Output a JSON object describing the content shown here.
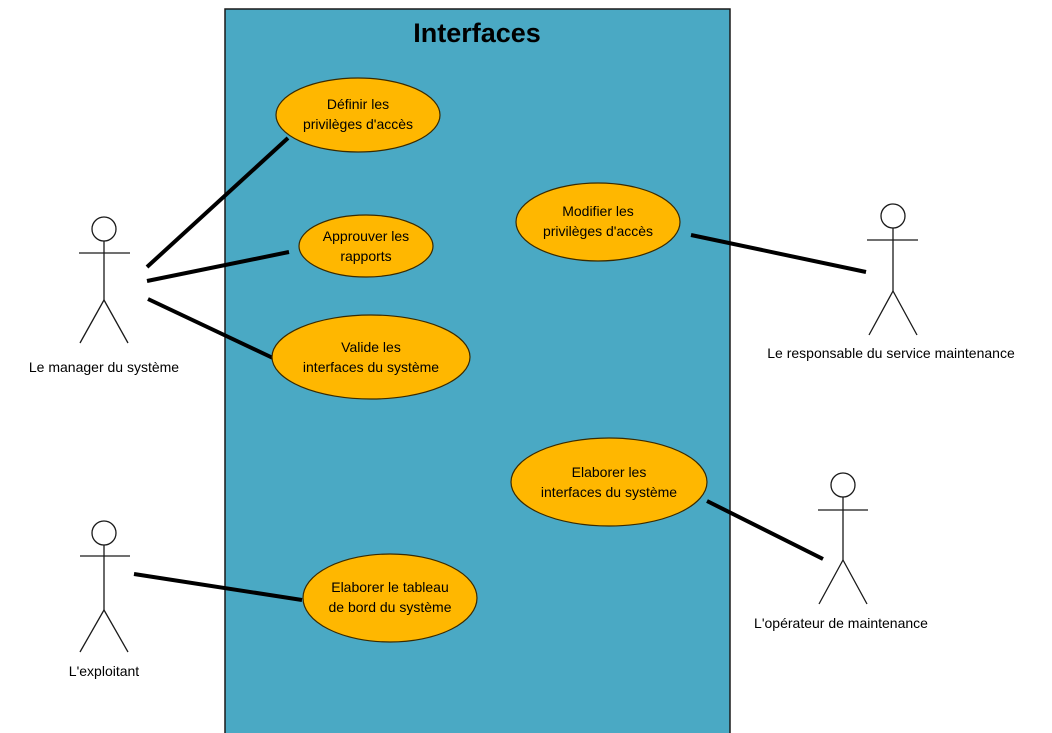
{
  "system": {
    "title": "Interfaces",
    "fill_color": "#4aa9c4"
  },
  "usecase_color": "#ffb700",
  "usecases": [
    {
      "id": "definir",
      "lines": [
        "Définir les",
        "privilèges d'accès"
      ]
    },
    {
      "id": "approuver",
      "lines": [
        "Approuver les",
        "rapports"
      ]
    },
    {
      "id": "valide",
      "lines": [
        "Valide les",
        "interfaces du système"
      ]
    },
    {
      "id": "modifier",
      "lines": [
        "Modifier les",
        "privilèges d'accès"
      ]
    },
    {
      "id": "elaborer-interfaces",
      "lines": [
        "Elaborer les",
        "interfaces du système"
      ]
    },
    {
      "id": "elaborer-tableau",
      "lines": [
        "Elaborer le tableau",
        "de bord du système"
      ]
    }
  ],
  "actors": [
    {
      "id": "manager",
      "label": "Le manager du système"
    },
    {
      "id": "exploitant",
      "label": "L'exploitant"
    },
    {
      "id": "responsable",
      "label": "Le responsable du service maintenance"
    },
    {
      "id": "operateur",
      "label": "L'opérateur de maintenance"
    }
  ],
  "associations": [
    {
      "actor": "manager",
      "usecase": "definir"
    },
    {
      "actor": "manager",
      "usecase": "approuver"
    },
    {
      "actor": "manager",
      "usecase": "valide"
    },
    {
      "actor": "exploitant",
      "usecase": "elaborer-tableau"
    },
    {
      "actor": "responsable",
      "usecase": "modifier"
    },
    {
      "actor": "operateur",
      "usecase": "elaborer-interfaces"
    }
  ]
}
